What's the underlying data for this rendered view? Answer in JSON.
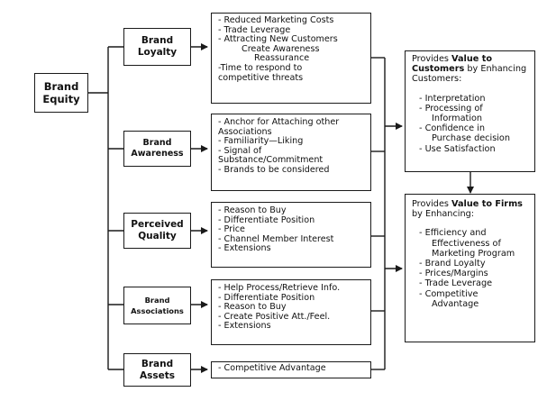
{
  "root": {
    "line1": "Brand",
    "line2": "Equity"
  },
  "dimensions": [
    {
      "id": "loyalty",
      "line1": "Brand",
      "line2": "Loyalty",
      "benefits": [
        {
          "text": "- Reduced Marketing Costs",
          "indent": 0
        },
        {
          "text": "- Trade Leverage",
          "indent": 0
        },
        {
          "text": "- Attracting New Customers",
          "indent": 0
        },
        {
          "text": "Create Awareness",
          "indent": 2
        },
        {
          "text": "Reassurance",
          "indent": 3
        },
        {
          "text": "-Time to respond to",
          "indent": 0
        },
        {
          "text": "competitive threats",
          "indent": 0
        }
      ]
    },
    {
      "id": "awareness",
      "line1": "Brand",
      "line2": "Awareness",
      "benefits": [
        {
          "text": "- Anchor for Attaching other",
          "indent": 0
        },
        {
          "text": "Associations",
          "indent": 0
        },
        {
          "text": "- Familiarity—Liking",
          "indent": 0
        },
        {
          "text": "- Signal of",
          "indent": 0
        },
        {
          "text": "Substance/Commitment",
          "indent": 0
        },
        {
          "text": "- Brands to be considered",
          "indent": 0
        }
      ]
    },
    {
      "id": "quality",
      "line1": "Perceived",
      "line2": "Quality",
      "benefits": [
        {
          "text": "- Reason to Buy",
          "indent": 0
        },
        {
          "text": "- Differentiate Position",
          "indent": 0
        },
        {
          "text": "- Price",
          "indent": 0
        },
        {
          "text": "- Channel Member Interest",
          "indent": 0
        },
        {
          "text": "- Extensions",
          "indent": 0
        }
      ]
    },
    {
      "id": "associations",
      "line1": "Brand",
      "line2": "Associations",
      "benefits": [
        {
          "text": "- Help Process/Retrieve Info.",
          "indent": 0
        },
        {
          "text": "- Differentiate Position",
          "indent": 0
        },
        {
          "text": "- Reason to Buy",
          "indent": 0
        },
        {
          "text": "- Create Positive Att./Feel.",
          "indent": 0
        },
        {
          "text": "- Extensions",
          "indent": 0
        }
      ]
    },
    {
      "id": "assets",
      "line1": "Brand",
      "line2": "Assets",
      "benefits": [
        {
          "text": "- Competitive Advantage",
          "indent": 0
        }
      ]
    }
  ],
  "customers_box": {
    "heading_pre": "Provides ",
    "heading_bold": "Value to Customers",
    "heading_post": " by Enhancing Customers:",
    "items": [
      {
        "text": "- Interpretation",
        "indent": 1
      },
      {
        "text": "- Processing of",
        "indent": 1
      },
      {
        "text": "Information",
        "indent": 2
      },
      {
        "text": "- Confidence in",
        "indent": 1
      },
      {
        "text": "Purchase decision",
        "indent": 2
      },
      {
        "text": "- Use Satisfaction",
        "indent": 1
      }
    ]
  },
  "firms_box": {
    "heading_pre": "Provides ",
    "heading_bold": "Value to Firms",
    "heading_post": " by Enhancing:",
    "items": [
      {
        "text": "- Efficiency and",
        "indent": 1
      },
      {
        "text": "Effectiveness of",
        "indent": 2
      },
      {
        "text": "Marketing Program",
        "indent": 2
      },
      {
        "text": "- Brand Loyalty",
        "indent": 1
      },
      {
        "text": "- Prices/Margins",
        "indent": 1
      },
      {
        "text": "- Trade Leverage",
        "indent": 1
      },
      {
        "text": "- Competitive",
        "indent": 1
      },
      {
        "text": "Advantage",
        "indent": 2
      }
    ]
  }
}
